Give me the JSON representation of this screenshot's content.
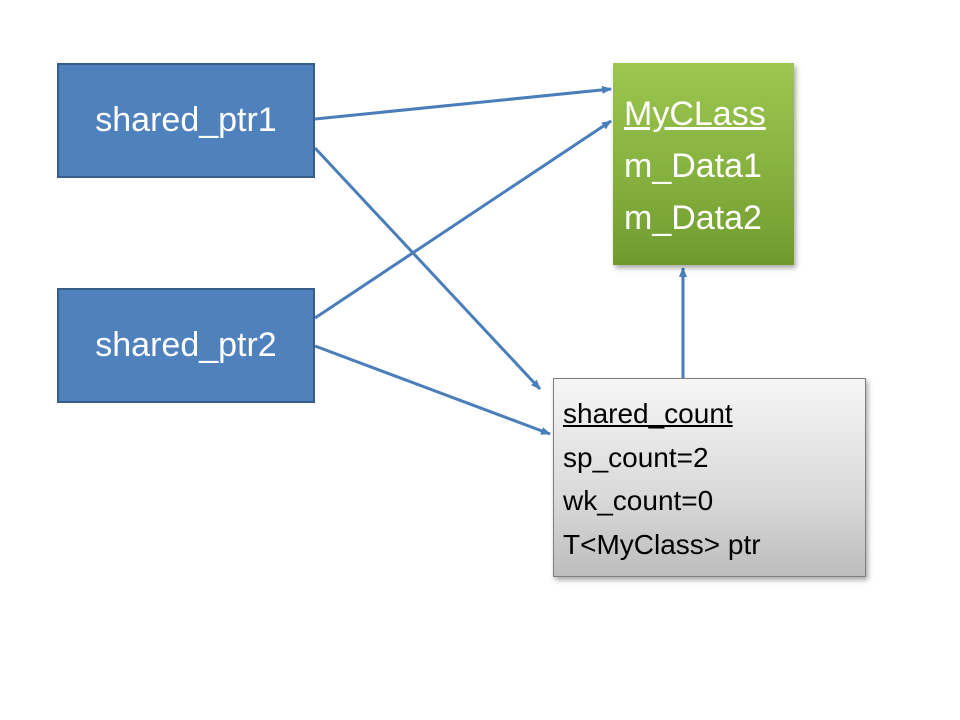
{
  "nodes": {
    "shared_ptr1": {
      "label": "shared_ptr1"
    },
    "shared_ptr2": {
      "label": "shared_ptr2"
    },
    "myclass": {
      "title": "MyCLass",
      "fields": [
        "m_Data1",
        "m_Data2"
      ]
    },
    "shared_count": {
      "title": "shared_count",
      "fields": [
        "sp_count=2",
        "wk_count=0",
        "T<MyClass> ptr"
      ]
    }
  },
  "edges": [
    {
      "from": "shared_ptr1",
      "to": "myclass"
    },
    {
      "from": "shared_ptr1",
      "to": "shared_count"
    },
    {
      "from": "shared_ptr2",
      "to": "myclass"
    },
    {
      "from": "shared_ptr2",
      "to": "shared_count"
    },
    {
      "from": "shared_count",
      "to": "myclass"
    }
  ],
  "colors": {
    "shared_ptr_fill": "#4f81bd",
    "shared_ptr_border": "#385d8a",
    "myclass_fill": "#8db543",
    "shared_count_fill": "#d9d9d9",
    "arrow": "#4a7ebb"
  }
}
